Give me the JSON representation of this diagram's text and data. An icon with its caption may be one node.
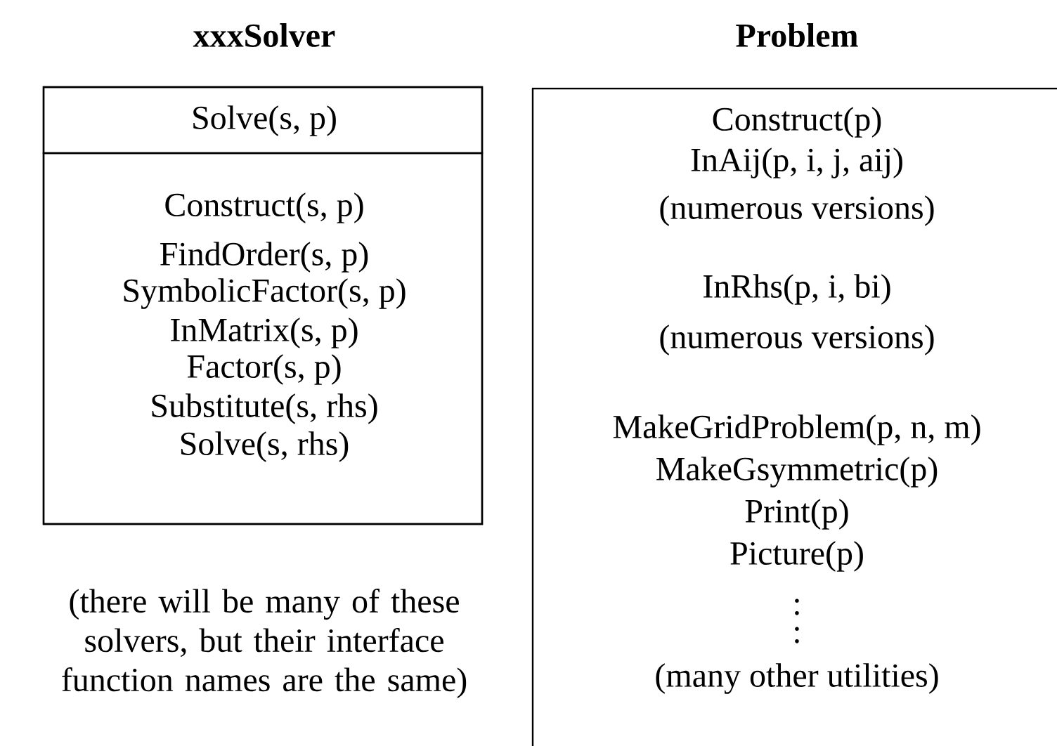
{
  "diagram": {
    "nodes": [
      {
        "text": [
          "xxxSolver"
        ]
      },
      {
        "text": [
          "Solve(s, p)"
        ],
        "in": 0
      },
      {
        "text": [
          "Construct(s, p)",
          "FindOrder(s, p)",
          "SymbolicFactor(s, p)",
          "InMatrix(s, p)",
          "Factor(s, p)",
          "Substitute(s, rhs)",
          "Solve(s, rhs)"
        ],
        "in": 0
      },
      {
        "text": [
          "Problem",
          "Construct(p)",
          "InAij(p, i, j, aij)",
          "(numerous versions)",
          "InRhs(p, i, bi)",
          "(numerous versions)",
          "MakeGridProblem(p, n, m)",
          "MakeGsymmetric(p)",
          "Print(p)",
          "Picture(p)",
          ":",
          ":",
          "(many other utilities)"
        ]
      }
    ],
    "labels": [
      "(there will be many of these solvers, but their interface function names are the same)"
    ]
  }
}
